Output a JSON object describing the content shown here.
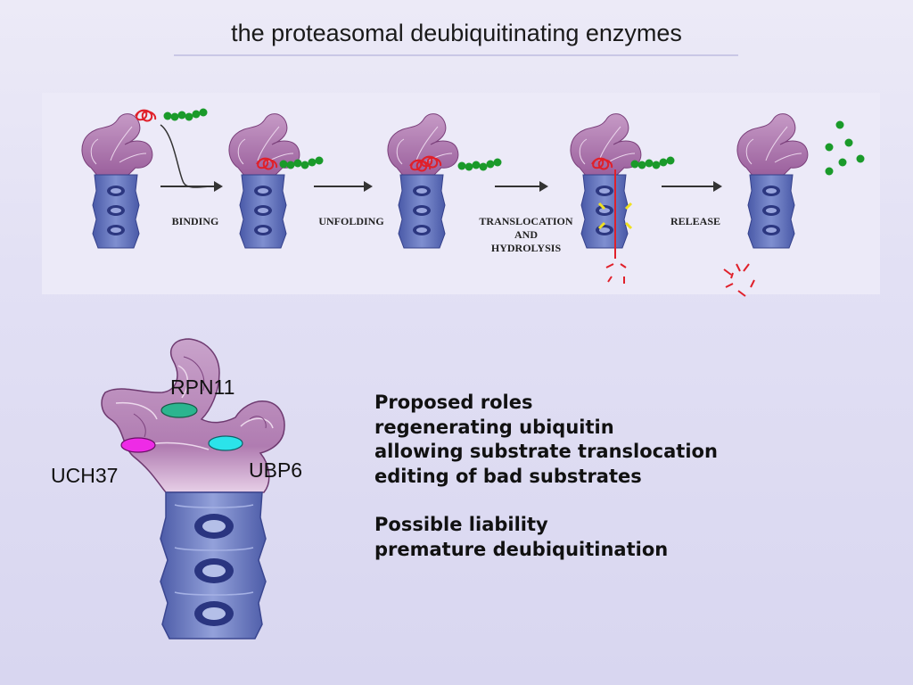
{
  "title": "the proteasomal deubiquitinating enzymes",
  "process_steps": {
    "binding": "BINDING",
    "unfolding": "UNFOLDING",
    "translocation_line1": "TRANSLOCATION",
    "translocation_line2": "AND",
    "translocation_line3": "HYDROLYSIS",
    "release": "RELEASE"
  },
  "enzymes": {
    "rpn11": "RPN11",
    "uch37": "UCH37",
    "ubp6": "UBP6"
  },
  "enzyme_colors": {
    "rpn11": "#2bb58f",
    "uch37": "#ee2be6",
    "ubp6": "#2be3ea"
  },
  "roles": {
    "heading": "Proposed roles",
    "items": [
      "regenerating ubiquitin",
      "allowing substrate translocation",
      "editing of bad substrates"
    ]
  },
  "liability": {
    "heading": "Possible liability",
    "items": [
      "premature deubiquitination"
    ]
  },
  "colors": {
    "regulatory_particle": "#b47bb0",
    "core_particle": "#5b6bb5",
    "ubiquitin": "#1a9a2a",
    "substrate": "#e0202a"
  }
}
